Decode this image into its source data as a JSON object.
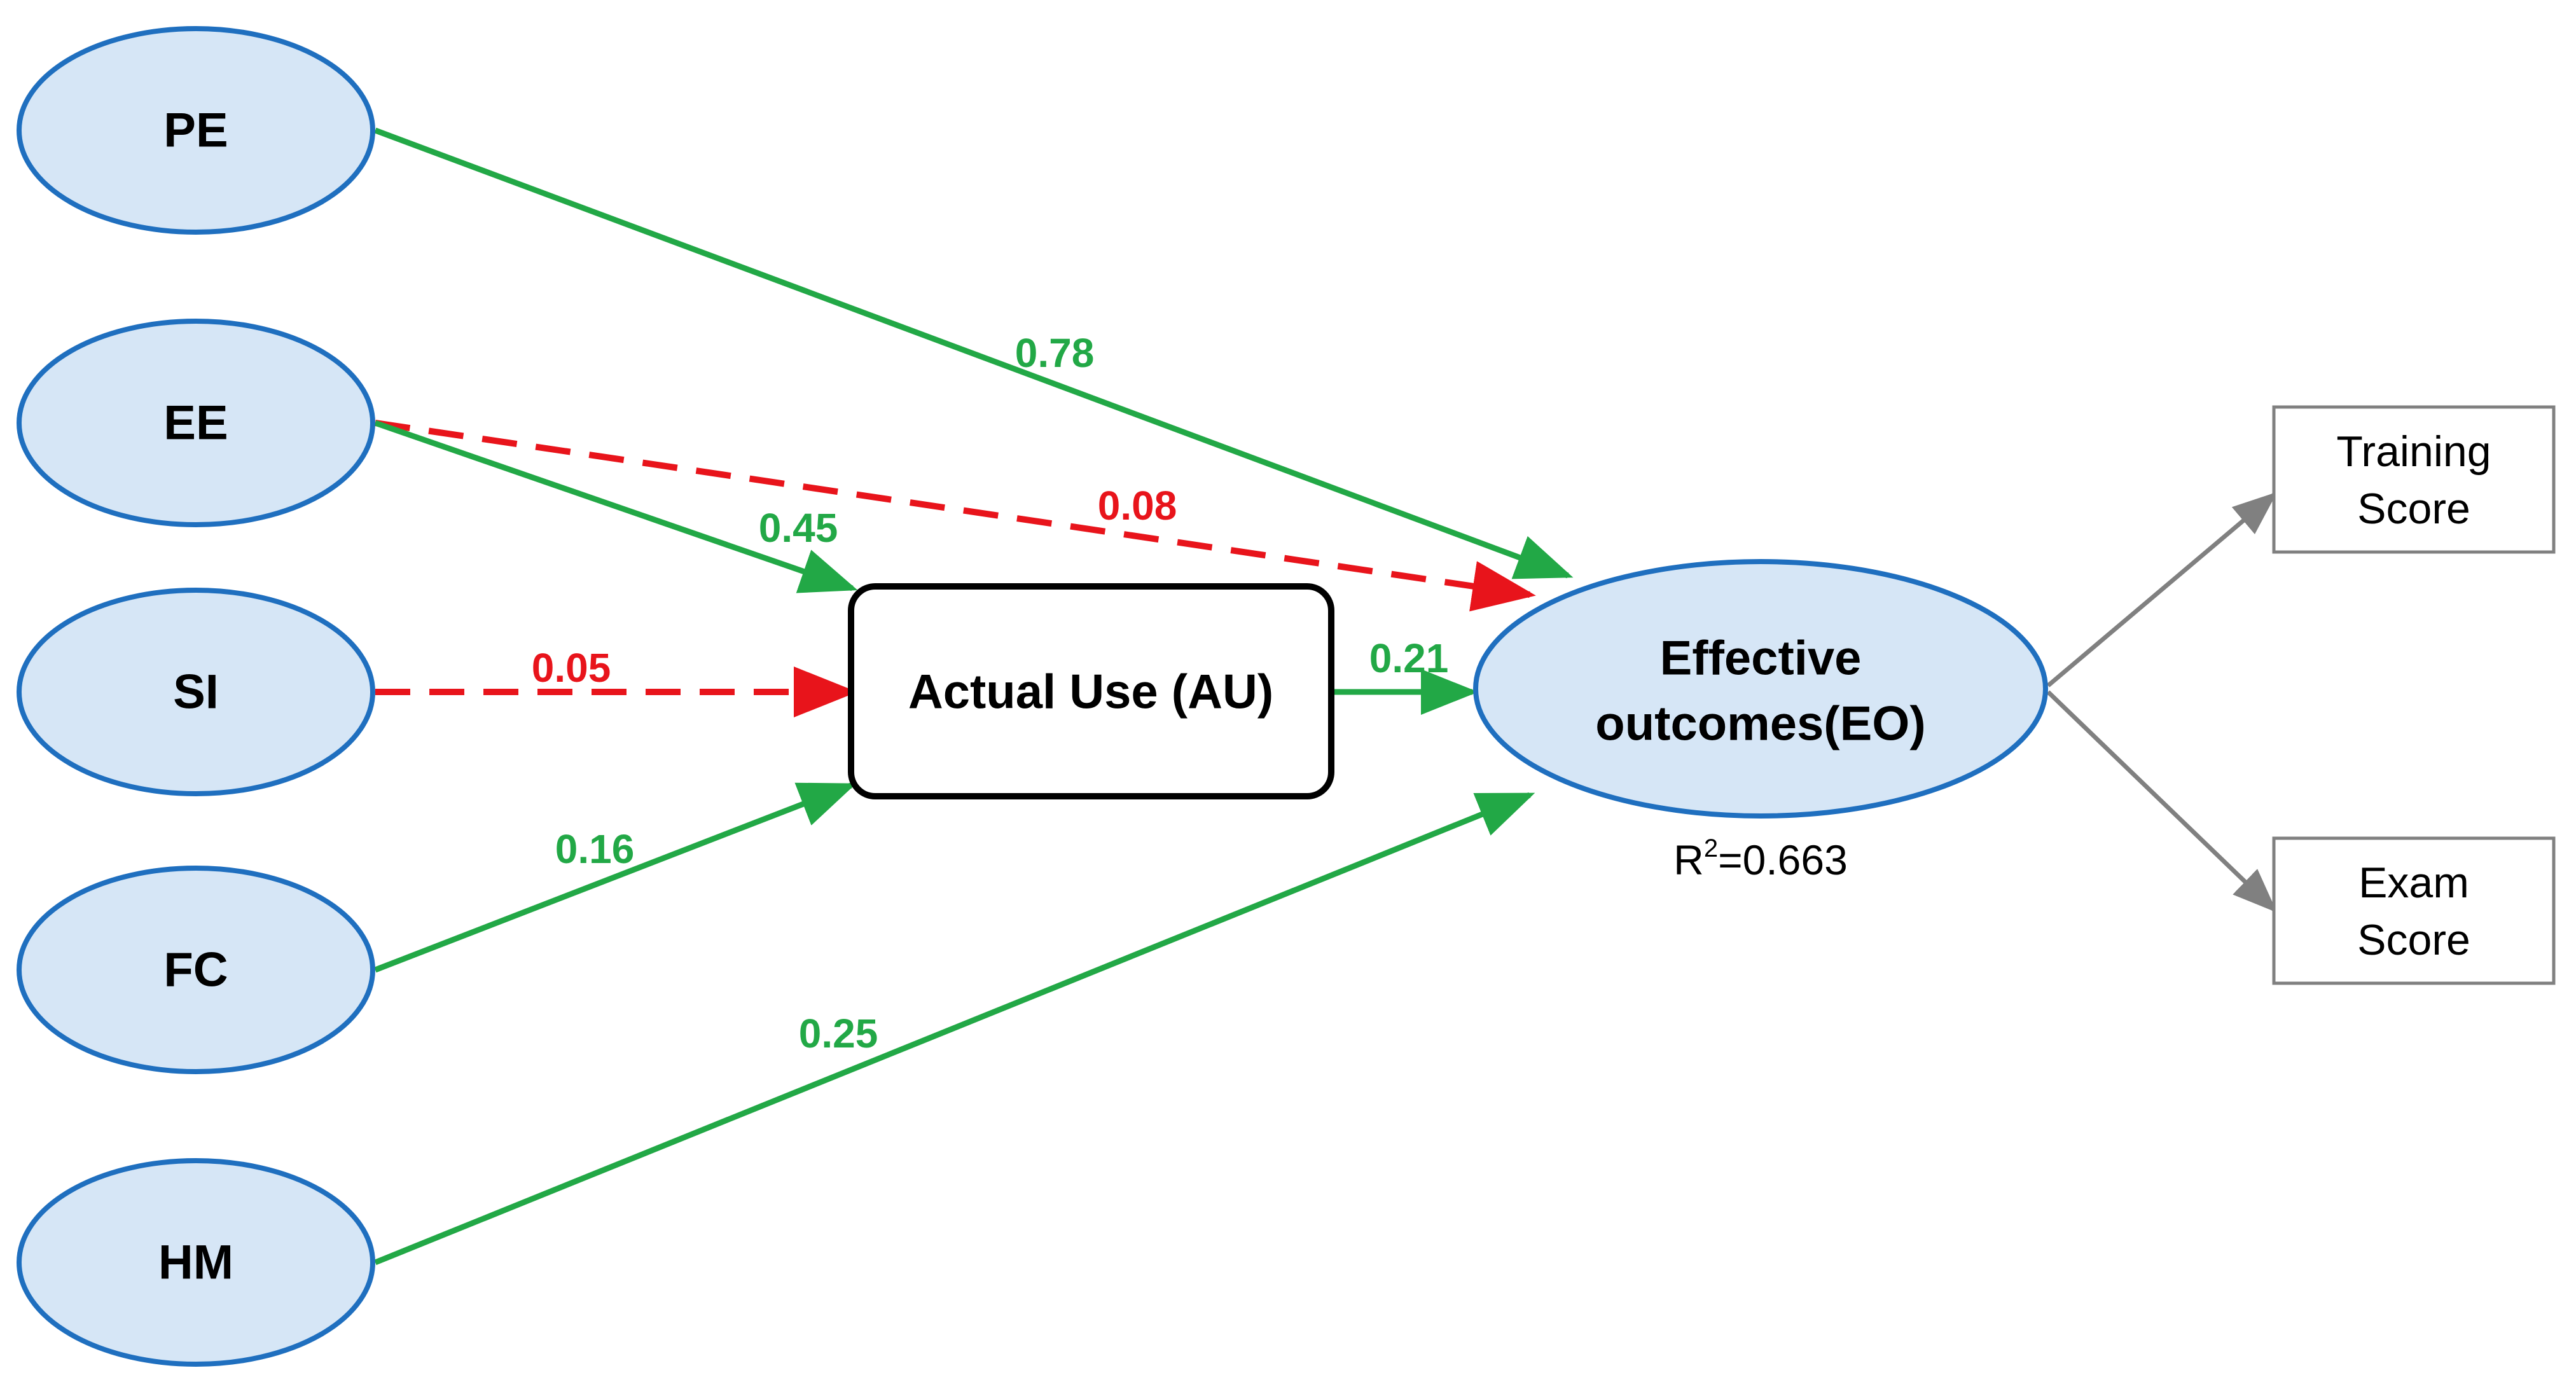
{
  "colors": {
    "node_fill": "#d6e6f6",
    "node_stroke": "#1f6fbf",
    "significant": "#22a846",
    "nonsignificant": "#e8141b",
    "indicator": "#808080",
    "box_stroke": "#000000"
  },
  "constructs": {
    "pe": "PE",
    "ee": "EE",
    "si": "SI",
    "fc": "FC",
    "hm": "HM"
  },
  "mediator": {
    "label": "Actual Use (AU)"
  },
  "outcome": {
    "line1": "Effective",
    "line2": "outcomes(EO)",
    "r2_symbol": "R",
    "r2_sup": "2",
    "r2_value": "=0.663"
  },
  "indicators": {
    "training_line1": "Training",
    "training_line2": "Score",
    "exam_line1": "Exam",
    "exam_line2": "Score"
  },
  "paths": {
    "pe_eo": {
      "coef": "0.78",
      "style": "significant"
    },
    "ee_eo": {
      "coef": "0.08",
      "style": "nonsignificant"
    },
    "ee_au": {
      "coef": "0.45",
      "style": "significant"
    },
    "si_au": {
      "coef": "0.05",
      "style": "nonsignificant"
    },
    "fc_au": {
      "coef": "0.16",
      "style": "significant"
    },
    "au_eo": {
      "coef": "0.21",
      "style": "significant"
    },
    "hm_eo": {
      "coef": "0.25",
      "style": "significant"
    }
  }
}
